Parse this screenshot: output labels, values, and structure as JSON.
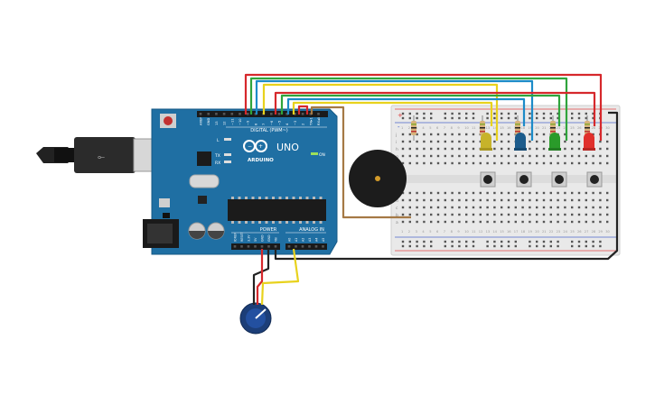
{
  "arduino": {
    "brand": "ARDUINO",
    "model": "UNO",
    "digital_label": "DIGITAL (PWM~)",
    "power_label": "POWER",
    "analog_label": "ANALOG IN",
    "on_label": "ON",
    "led_labels": [
      "L",
      "TX",
      "RX"
    ],
    "top_pins": [
      "AREF",
      "GND",
      "13",
      "12",
      "~11",
      "~10",
      "~9",
      "8",
      "7",
      "~6",
      "~5",
      "4",
      "~3",
      "2",
      "TX▸1",
      "RX◂0"
    ],
    "power_pins": [
      "IOREF",
      "RESET",
      "3.3V",
      "5V",
      "GND",
      "GND",
      "Vin"
    ],
    "analog_pins": [
      "A0",
      "A1",
      "A2",
      "A3",
      "A4",
      "A5"
    ]
  },
  "breadboard": {
    "rail_plus": "+",
    "rail_minus": "-",
    "row_letters_top": [
      "j",
      "i",
      "h",
      "g",
      "f"
    ],
    "row_letters_bottom": [
      "e",
      "d",
      "c",
      "b",
      "a"
    ],
    "column_numbers": [
      "1",
      "2",
      "3",
      "4",
      "5",
      "6",
      "7",
      "8",
      "9",
      "10",
      "11",
      "12",
      "13",
      "14",
      "15",
      "16",
      "17",
      "18",
      "19",
      "20",
      "21",
      "22",
      "23",
      "24",
      "25",
      "26",
      "27",
      "28",
      "29",
      "30"
    ]
  },
  "colors": {
    "board": "#1f6fa3",
    "wire_red": "#d6282c",
    "wire_green": "#2fa43c",
    "wire_blue": "#1c8bc8",
    "wire_yellow": "#e8d21d",
    "wire_black": "#222222",
    "wire_brown": "#a57945",
    "led_yellow": "#c7b32a",
    "led_blue": "#1c5c8c",
    "led_green": "#2a9b2a",
    "led_red": "#e0302c"
  }
}
